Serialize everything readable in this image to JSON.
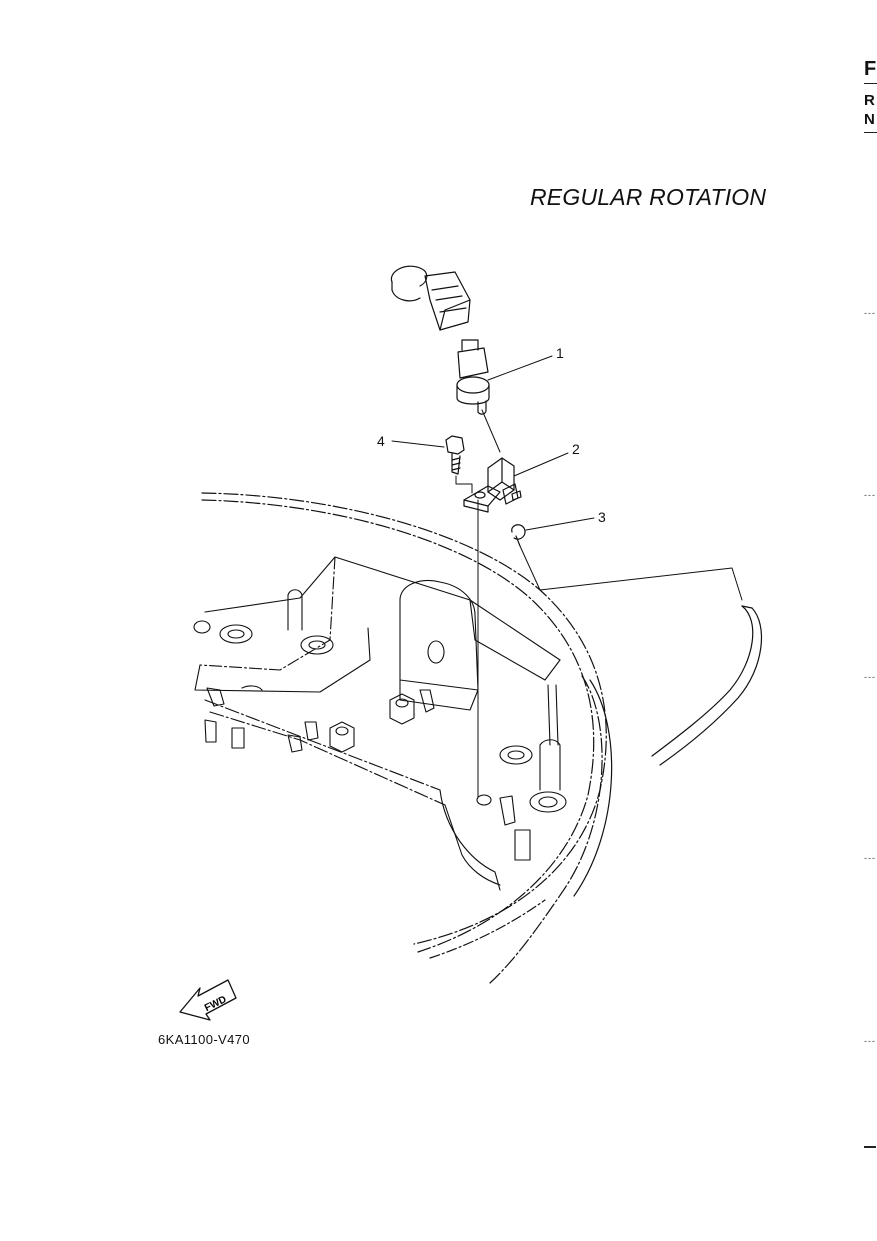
{
  "title": "REGULAR ROTATION",
  "edge_letters": {
    "top": "F",
    "middle": "R",
    "bottom": "N"
  },
  "edge_marks": [
    "---",
    "---",
    "---",
    "---",
    "---"
  ],
  "callouts": [
    "1",
    "2",
    "3",
    "4"
  ],
  "fwd_label": "FWD",
  "drawing_code": "6KA1100-V470"
}
